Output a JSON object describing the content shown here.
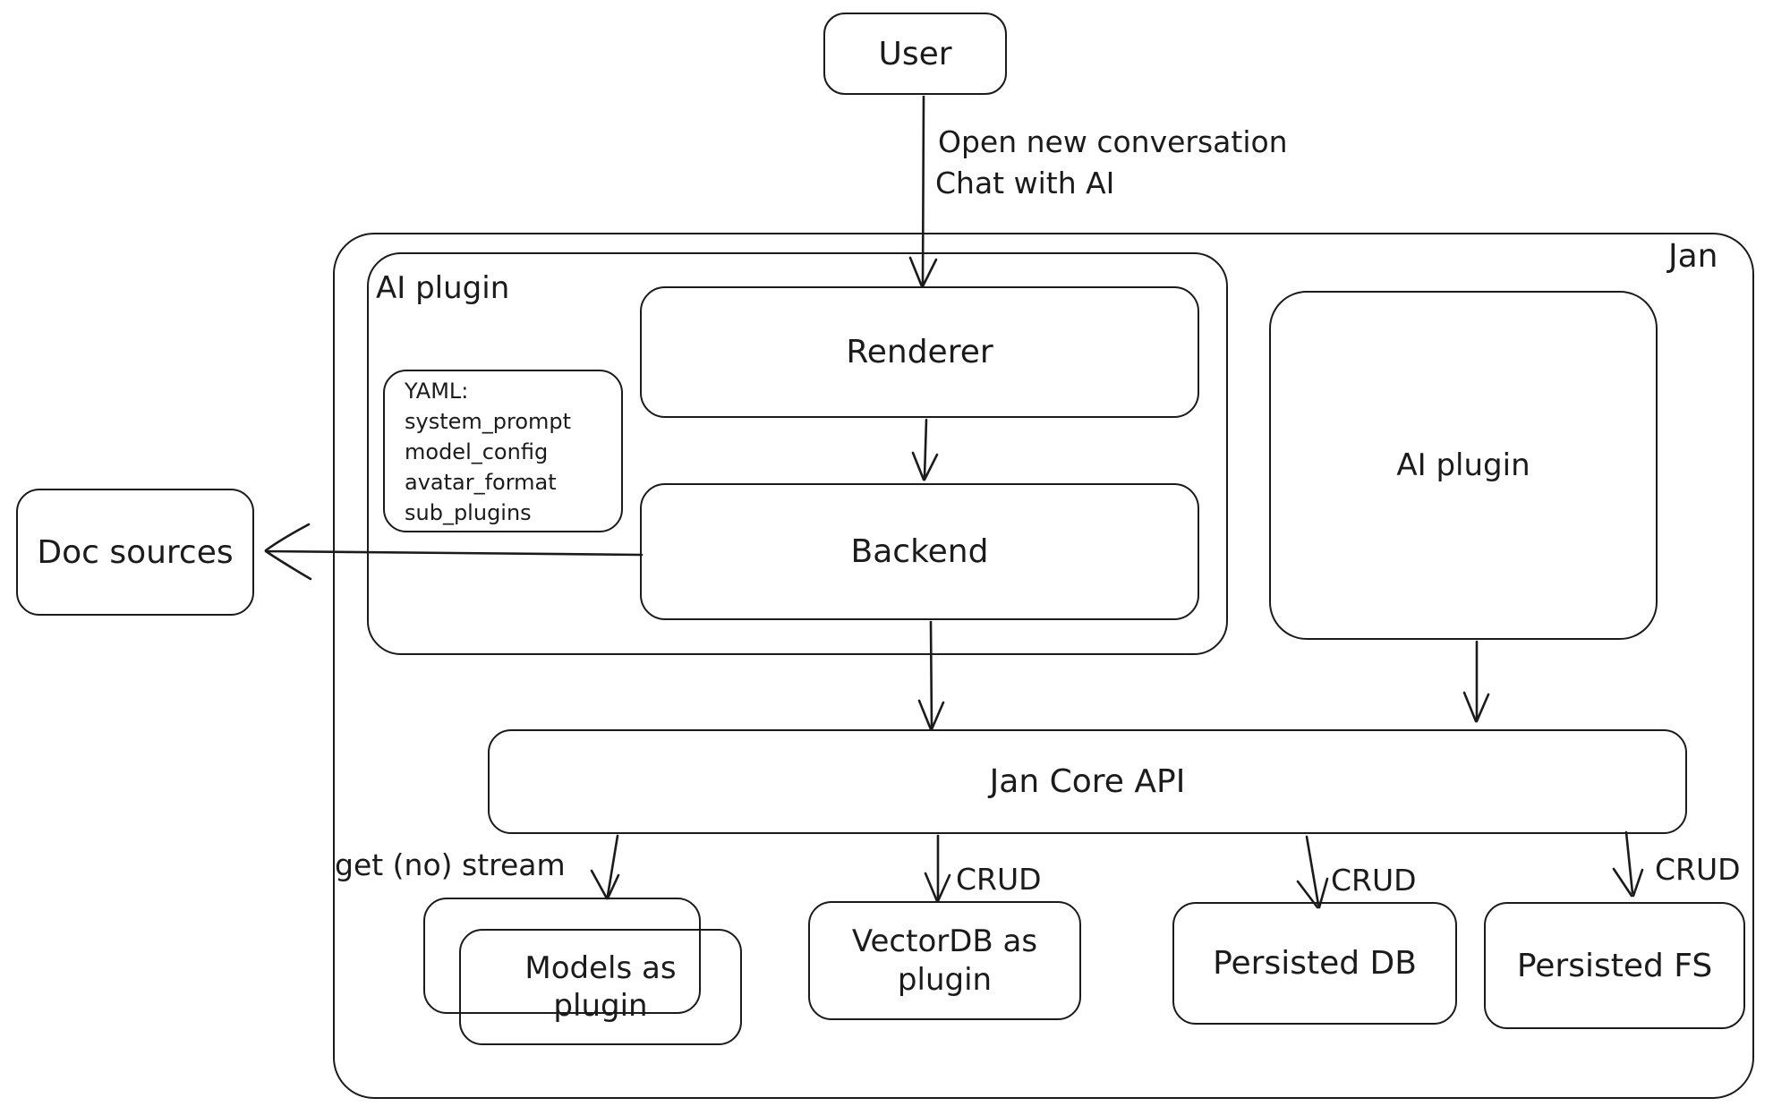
{
  "diagram": {
    "background": "#ffffff",
    "stroke_color": "#1b1b1b",
    "nodes": {
      "user": {
        "label": "User"
      },
      "jan_frame": {
        "label": "Jan"
      },
      "ai_plugin_frame": {
        "label": "AI plugin"
      },
      "renderer": {
        "label": "Renderer"
      },
      "backend": {
        "label": "Backend"
      },
      "yaml_note": {
        "lines": [
          "YAML:",
          "system_prompt",
          "model_config",
          "avatar_format",
          "sub_plugins"
        ]
      },
      "ai_plugin": {
        "label": "AI plugin"
      },
      "doc_sources": {
        "label": "Doc sources"
      },
      "jan_core_api": {
        "label": "Jan Core API"
      },
      "models_as_plugin": {
        "label": "Models as plugin"
      },
      "vectordb_as_plugin": {
        "label": "VectorDB as plugin"
      },
      "persisted_db": {
        "label": "Persisted DB"
      },
      "persisted_fs": {
        "label": "Persisted FS"
      }
    },
    "edge_labels": {
      "open_new_conversation": "Open new conversation",
      "chat_with_ai": "Chat with AI",
      "get_no_stream": "get (no) stream",
      "crud_vectordb": "CRUD",
      "crud_persisted_db": "CRUD",
      "crud_persisted_fs": "CRUD"
    }
  }
}
